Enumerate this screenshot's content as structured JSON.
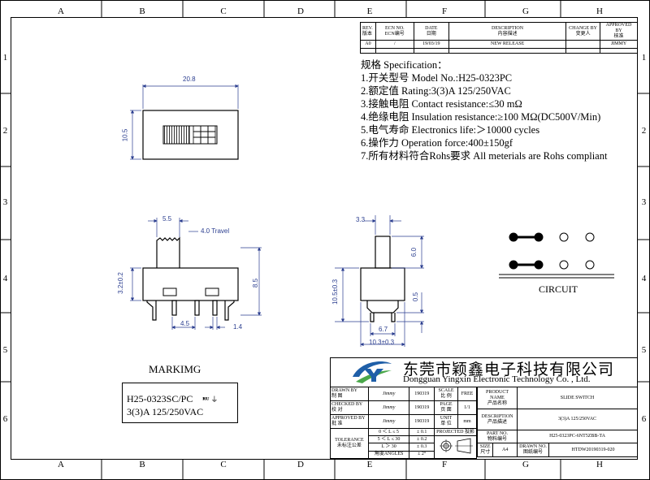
{
  "zones": {
    "columns": [
      "A",
      "B",
      "C",
      "D",
      "E",
      "F",
      "G",
      "H"
    ],
    "rows": [
      "1",
      "2",
      "3",
      "4",
      "5",
      "6"
    ]
  },
  "revision": {
    "headers": [
      {
        "en": "REV.",
        "cn": "版本"
      },
      {
        "en": "ECN NO.",
        "cn": "ECN编号"
      },
      {
        "en": "DATE",
        "cn": "日期"
      },
      {
        "en": "DESCRIPTION",
        "cn": "内容描述"
      },
      {
        "en": "CHANGE BY",
        "cn": "变更人"
      },
      {
        "en": "APPROVED BY",
        "cn": "核准"
      }
    ],
    "row": [
      "A0",
      "/",
      "19/03/19",
      "NEW RELEASE",
      "",
      "JIMMY"
    ]
  },
  "spec": {
    "title": "规格 Specification：",
    "items": [
      "1.开关型号 Model No.:H25-0323PC",
      "2.额定值 Rating:3(3)A  125/250VAC",
      "3.接触电阻 Contact resistance:≤30 mΩ",
      "4.绝缘电阻 Insulation resistance:≥100 MΩ(DC500V/Min)",
      "5.电气寿命 Electronics life:＞10000 cycles",
      "6.操作力 Operation force:400±150gf",
      "7.所有材料符合Rohs要求 All meterials are Rohs compliant"
    ]
  },
  "dims": {
    "top_width": "20.8",
    "top_height": "10.5",
    "knob_width": "5.5",
    "travel": "4.0 Travel",
    "front_left_h": "3.2±0.2",
    "front_right_h": "8.5",
    "pin_pitch": "4.5",
    "pin_width": "1.4",
    "side_top_w": "3.3",
    "side_knob_h": "6.0",
    "side_left_h": "10.5±0.3",
    "side_pin": "0.5",
    "side_inner_w": "6.7",
    "side_outer_w": "10.3±0.3"
  },
  "circuit_label": "CIRCUIT",
  "marking": {
    "title": "MARKIMG",
    "line1": "H25-0323SC/PC",
    "line2": "3(3)A  125/250VAC",
    "cert": "ᴿᵁ"
  },
  "company": {
    "cn": "东莞市颖鑫电子科技有限公司",
    "en": "Dongguan Yingxin Electronic Technology Co. , Ltd."
  },
  "title_block": {
    "drawn_by": {
      "en": "DRAWN BY",
      "cn": "制    图",
      "sig": "Jimmy",
      "date": "190319"
    },
    "checked_by": {
      "en": "CHECKED BY",
      "cn": "校    对",
      "sig": "Jimmy",
      "date": "190319"
    },
    "approved_by": {
      "en": "APPROVED BY",
      "cn": "批    准",
      "sig": "Jimmy",
      "date": "190319"
    },
    "scale": {
      "en": "SCALE",
      "cn": "比  例",
      "value": "FREE"
    },
    "page": {
      "en": "PAGE",
      "cn": "页  面",
      "value": "1/1"
    },
    "unit": {
      "en": "UNIT",
      "cn": "单  位",
      "value": "mm"
    },
    "tolerance": {
      "en": "TOLERANCE",
      "cn": "未标注公差"
    },
    "tol_rows": [
      {
        "range": "0  ＜  L  ≤  5",
        "value": "± 0.1"
      },
      {
        "range": "5  ＜  L  ≤  30",
        "value": "± 0.2"
      },
      {
        "range": "L  ＞  30",
        "value": "± 0.3"
      },
      {
        "range": "角度ANGLES",
        "value": "± 2°"
      }
    ],
    "projected": "PROJECTED 投影",
    "product_name": {
      "en": "PRODUCT NAME",
      "cn": "产品名称",
      "value": "SLIDE SWITCH"
    },
    "description": {
      "en": "DESCRIPTION",
      "cn": "产品描述",
      "value": "3(3)A  125/250VAC"
    },
    "part_no": {
      "en": "PART NO.",
      "cn": "物料编号",
      "value": "H25-0323PC-6NT5ZBB-TA"
    },
    "size": {
      "en": "SIZE",
      "cn": "尺寸",
      "value": "A4"
    },
    "drawing_no": {
      "en": "DRAWN NO.",
      "cn": "图纸编号",
      "value": "HTDW20190319-020"
    }
  },
  "colors": {
    "dimension": "#2a3d8f",
    "line": "#000000",
    "logo_blue": "#1f5fa8",
    "logo_green": "#4aa84a"
  }
}
